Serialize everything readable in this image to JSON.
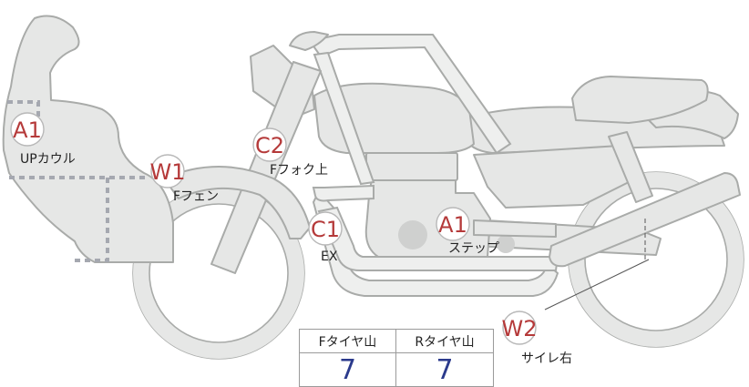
{
  "markers": [
    {
      "id": "upcowl",
      "code": "A1",
      "label": "UPカウル"
    },
    {
      "id": "ffender",
      "code": "W1",
      "label": "Fフェン"
    },
    {
      "id": "ffork",
      "code": "C2",
      "label": "Fフォク上"
    },
    {
      "id": "exhaust",
      "code": "C1",
      "label": "EX"
    },
    {
      "id": "step",
      "code": "A1",
      "label": "ステップ"
    },
    {
      "id": "sidecover",
      "code": "W2",
      "label": "サイレ右"
    }
  ],
  "tread_table": {
    "front_header": "Fタイヤ山",
    "rear_header": "Rタイヤ山",
    "front_value": "7",
    "rear_value": "7"
  }
}
